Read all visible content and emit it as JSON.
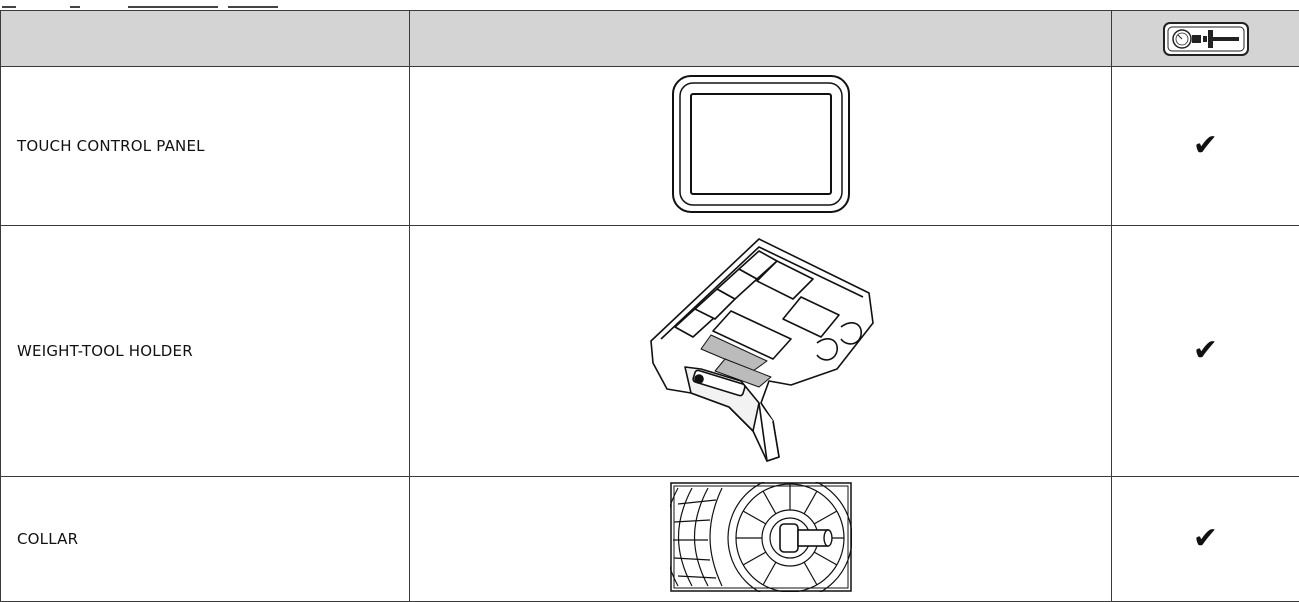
{
  "header": {
    "icon": "pressure-gauge-tool-icon"
  },
  "rows": [
    {
      "label": "TOUCH CONTROL PANEL",
      "image": "touch-panel-illustration",
      "included": "✔"
    },
    {
      "label": "WEIGHT-TOOL HOLDER",
      "image": "weight-tool-holder-illustration",
      "included": "✔"
    },
    {
      "label": "COLLAR",
      "image": "wheel-collar-illustration",
      "included": "✔"
    }
  ],
  "colors": {
    "header_bg": "#d4d4d4",
    "border": "#3a3a3a",
    "text": "#111111"
  }
}
